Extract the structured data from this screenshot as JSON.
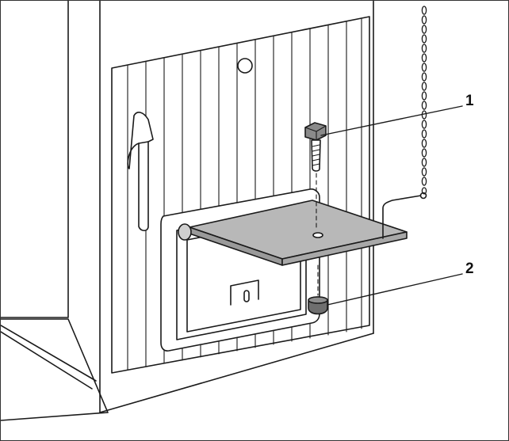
{
  "callouts": [
    {
      "label": "1",
      "target": "bolt"
    },
    {
      "label": "2",
      "target": "nut"
    }
  ],
  "colors": {
    "line": "#1a1a1a",
    "shelf": "#b8b8b8",
    "nut": "#6f6f6f",
    "bolt": "#8a8a8a",
    "background": "#ffffff"
  }
}
